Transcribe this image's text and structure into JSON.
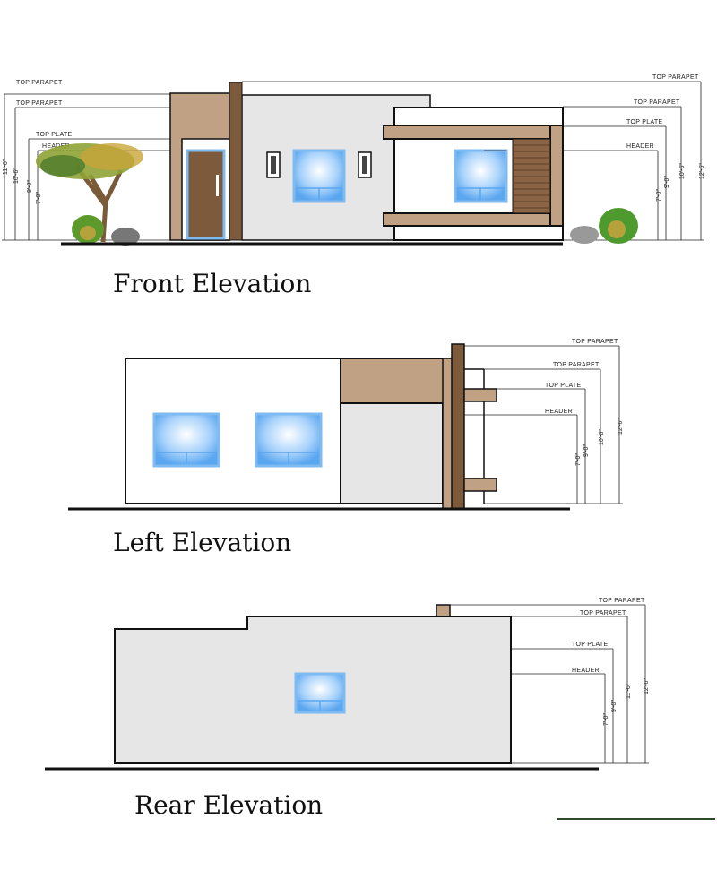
{
  "front": {
    "title": "Front Elevation",
    "left_dims": {
      "labels": [
        "TOP PARAPET",
        "TOP PARAPET",
        "TOP PLATE",
        "HEADER"
      ],
      "values": [
        "11'-6\"",
        "10'-6\"",
        "8'-0\"",
        "7'-0\""
      ]
    },
    "right_dims": {
      "labels": [
        "TOP PARAPET",
        "TOP PARAPET",
        "TOP PLATE",
        "HEADER"
      ],
      "values": [
        "12'-6\"",
        "10'-6\"",
        "9'-0\"",
        "7'-0\""
      ]
    }
  },
  "left": {
    "title": "Left Elevation",
    "dims": {
      "labels": [
        "TOP PARAPET",
        "TOP PARAPET",
        "TOP PLATE",
        "HEADER"
      ],
      "values": [
        "12'-6\"",
        "10'-6\"",
        "9'-0\"",
        "7'-0\""
      ]
    }
  },
  "rear": {
    "title": "Rear Elevation",
    "dims": {
      "labels": [
        "TOP PARAPET",
        "TOP PARAPET",
        "TOP PLATE",
        "HEADER"
      ],
      "values": [
        "12'-6\"",
        "11'-6\"",
        "9'-0\"",
        "7'-0\""
      ]
    }
  },
  "colors": {
    "stucco_tan": "#c1a184",
    "wood_brown": "#7d5a3c",
    "wall_gray": "#e6e6e6",
    "glass_blue": "#9ccbf5",
    "accent_line": "#2f4a2a"
  }
}
